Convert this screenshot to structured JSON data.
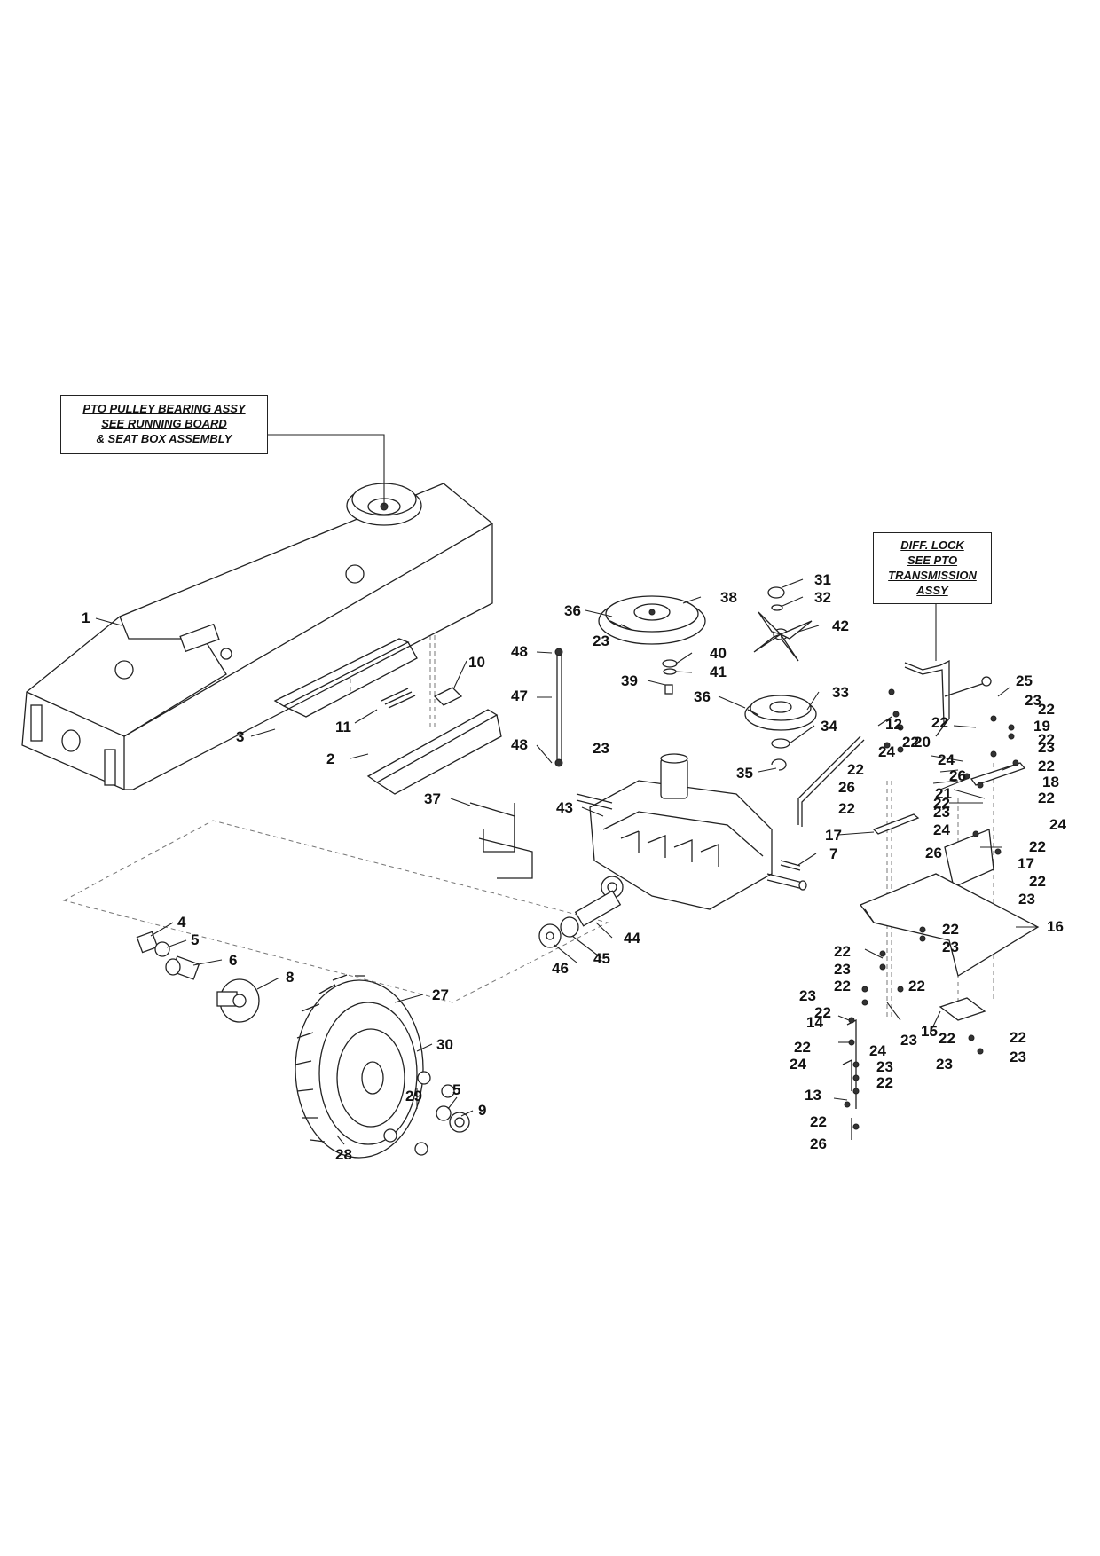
{
  "notes": {
    "pto_pulley": [
      "PTO PULLEY BEARING ASSY",
      "SEE RUNNING BOARD",
      "& SEAT BOX ASSEMBLY"
    ],
    "diff_lock": [
      "DIFF. LOCK",
      "SEE PTO",
      "TRANSMISSION",
      "ASSY"
    ]
  },
  "callouts": [
    "1",
    "2",
    "3",
    "10",
    "11",
    "37",
    "47",
    "48",
    "48",
    "23",
    "23",
    "36",
    "38",
    "39",
    "40",
    "41",
    "31",
    "32",
    "42",
    "36",
    "33",
    "34",
    "35",
    "43",
    "7",
    "44",
    "45",
    "46",
    "4",
    "5",
    "6",
    "8",
    "27",
    "30",
    "29",
    "5",
    "9",
    "28",
    "12",
    "25",
    "23",
    "22",
    "20",
    "24",
    "22",
    "24",
    "26",
    "19",
    "22",
    "23",
    "22",
    "21",
    "22",
    "26",
    "22",
    "18",
    "22",
    "23",
    "24",
    "17",
    "24",
    "22",
    "22",
    "26",
    "22",
    "17",
    "22",
    "23",
    "16",
    "22",
    "23",
    "22",
    "23",
    "23",
    "22",
    "22",
    "14",
    "22",
    "15",
    "23",
    "22",
    "23",
    "22",
    "24",
    "24",
    "23",
    "22",
    "23",
    "13",
    "22",
    "22",
    "26"
  ]
}
